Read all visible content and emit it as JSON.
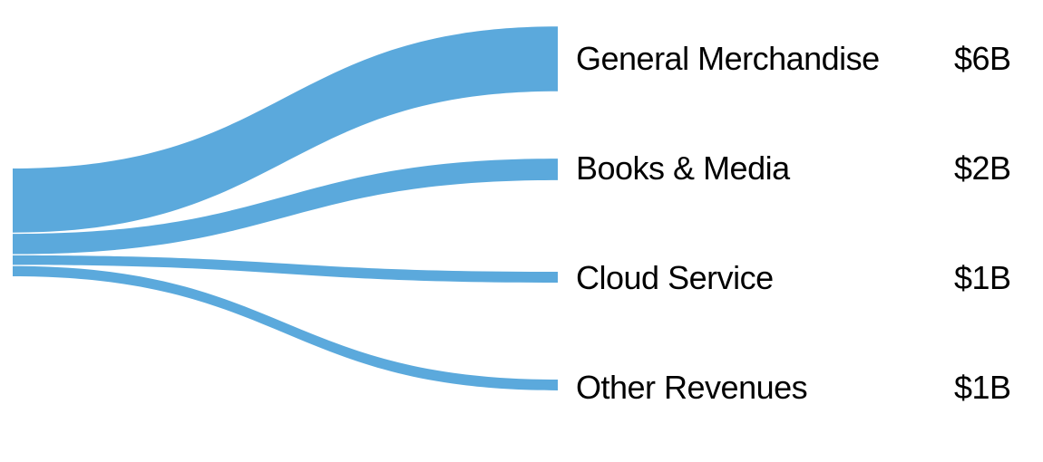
{
  "chart_data": {
    "type": "sankey",
    "orientation": "left-to-right",
    "source_node_label": "",
    "value_prefix": "$",
    "value_suffix": "B",
    "flows": [
      {
        "label": "General Merchandise",
        "value": 6,
        "display_value": "$6B"
      },
      {
        "label": "Books & Media",
        "value": 2,
        "display_value": "$2B"
      },
      {
        "label": "Cloud Service",
        "value": 1,
        "display_value": "$1B"
      },
      {
        "label": "Other Revenues",
        "value": 1,
        "display_value": "$1B"
      }
    ],
    "total_value": 10,
    "flow_color": "#5BA9DC",
    "text_color": "#000000",
    "background_color": "#FFFFFF",
    "layout_hints": {
      "labels_position": "right-of-flows",
      "values_in_aligned_column": true,
      "source_node_unlabeled": true,
      "grid": false,
      "axes": false
    }
  }
}
